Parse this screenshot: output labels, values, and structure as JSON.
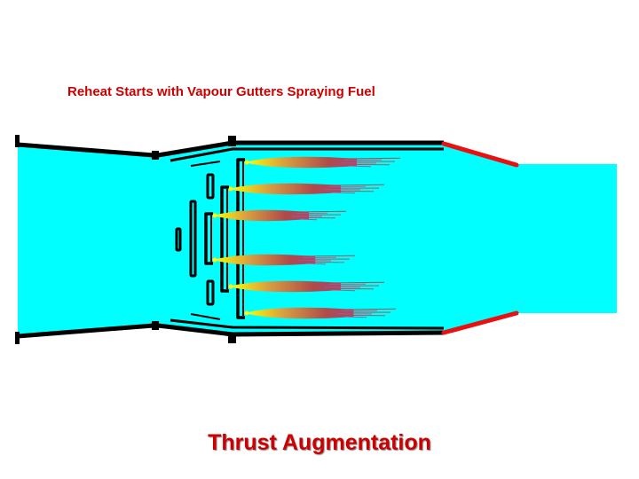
{
  "diagram": {
    "caption": "Reheat Starts with Vapour Gutters Spraying Fuel",
    "title": "Thrust Augmentation",
    "colors": {
      "airflow": "#00ffff",
      "casing": "#000000",
      "nozzle_petals": "#e81010",
      "fuel_spray": "#ffff00",
      "flame": "#b04a4a",
      "text": "#cc0000"
    },
    "parts": {
      "jet_pipe_casing": "casing",
      "variable_nozzle": "nozzle-petals",
      "vapour_gutters": "gutter-rings",
      "spray_bars": "spray-bars",
      "fuel_flames": "flame-plumes"
    }
  }
}
